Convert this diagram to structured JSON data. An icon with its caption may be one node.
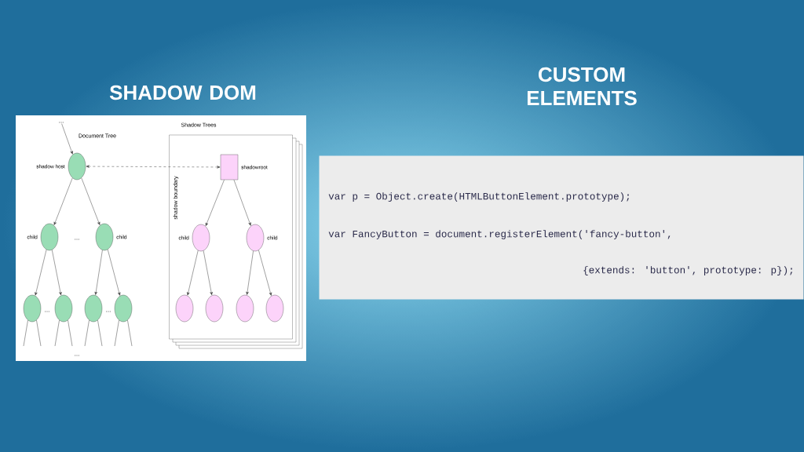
{
  "diagram": {
    "nodes": [
      {
        "text": [],
        "shape": "circle",
        "beside": [
          "shadow host"
        ]
      },
      {
        "text": [],
        "shape": "circle",
        "beside": [
          "child"
        ]
      },
      {
        "text": [],
        "shape": "circle",
        "beside": [
          "child"
        ]
      },
      {
        "text": [],
        "shape": "circle"
      },
      {
        "text": [],
        "shape": "circle"
      },
      {
        "text": [],
        "shape": "circle"
      },
      {
        "text": [],
        "shape": "circle"
      },
      {
        "text": [
          "Shadow Trees",
          "shadow boundary"
        ]
      },
      {
        "text": [],
        "shape": "box",
        "beside": [
          "shadowroot"
        ],
        "in": 7
      },
      {
        "text": [],
        "shape": "circle",
        "beside": [
          "child"
        ],
        "in": 7
      },
      {
        "text": [],
        "shape": "circle",
        "beside": [
          "child"
        ],
        "in": 7
      },
      {
        "text": [],
        "shape": "circle",
        "in": 7
      },
      {
        "text": [],
        "shape": "circle",
        "in": 7
      },
      {
        "text": [],
        "shape": "circle",
        "in": 7
      },
      {
        "text": [],
        "shape": "circle",
        "in": 7
      },
      {
        "text": [
          "..."
        ]
      },
      {
        "text": [
          "var p = Object.create(HTMLButtonElement.prototype);",
          "var FancyButton = document.registerElement('fancy-button',",
          "{extends: 'button', prototype: p});"
        ]
      }
    ],
    "edges": [
      {
        "from": 15,
        "to": 0,
        "arrow": "to"
      },
      {
        "from": 0,
        "to": 8,
        "arrow": "both",
        "style": "dashed"
      },
      {
        "from": 0,
        "to": 1,
        "arrow": "to"
      },
      {
        "from": 0,
        "to": 2,
        "arrow": "to"
      },
      {
        "from": 1,
        "to": 3,
        "arrow": "to"
      },
      {
        "from": 1,
        "to": 4,
        "arrow": "to"
      },
      {
        "from": 2,
        "to": 5,
        "arrow": "to"
      },
      {
        "from": 2,
        "to": 6,
        "arrow": "to"
      },
      {
        "from": 8,
        "to": 9,
        "arrow": "to"
      },
      {
        "from": 8,
        "to": 10,
        "arrow": "to"
      },
      {
        "from": 9,
        "to": 11,
        "arrow": "to"
      },
      {
        "from": 9,
        "to": 12,
        "arrow": "to"
      },
      {
        "from": 10,
        "to": 13,
        "arrow": "to"
      },
      {
        "from": 10,
        "to": 14,
        "arrow": "to"
      },
      {
        "from": 3,
        "to": null,
        "arrow": "none"
      },
      {
        "from": 3,
        "to": null,
        "arrow": "none"
      },
      {
        "from": 4,
        "to": null,
        "arrow": "none"
      },
      {
        "from": 4,
        "to": null,
        "arrow": "none"
      },
      {
        "from": 5,
        "to": null,
        "arrow": "none"
      },
      {
        "from": 5,
        "to": null,
        "arrow": "none"
      },
      {
        "from": 6,
        "to": null,
        "arrow": "none"
      },
      {
        "from": 6,
        "to": null,
        "arrow": "none"
      }
    ],
    "labels": [
      "SHADOW DOM",
      "CUSTOM ELEMENTS",
      "Document Tree",
      "...",
      "...",
      "...",
      "..."
    ]
  }
}
